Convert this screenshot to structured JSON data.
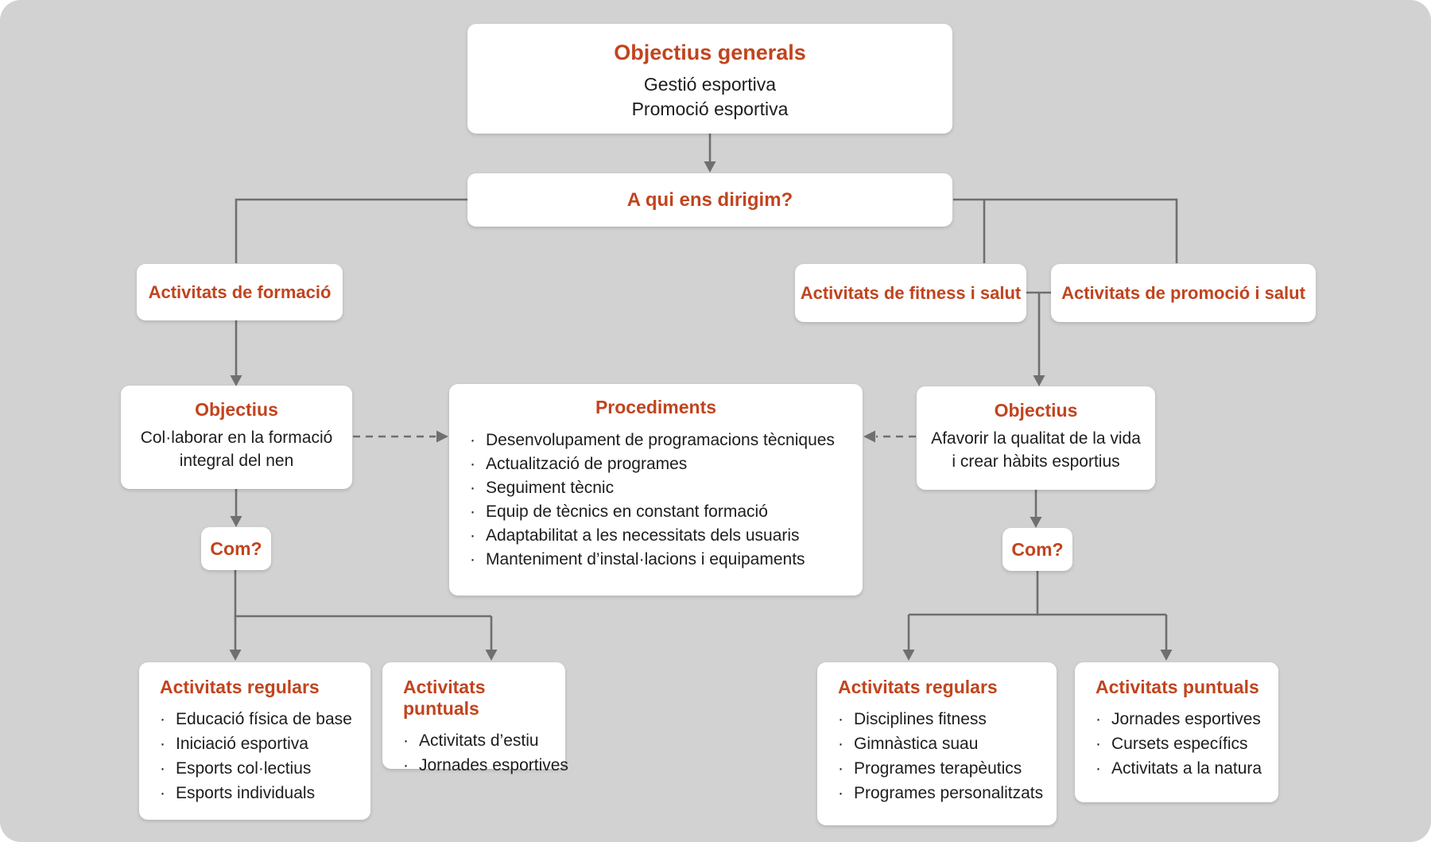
{
  "palette": {
    "background": "#d2d2d2",
    "box": "#ffffff",
    "accent": "#c1441e",
    "text": "#1d1d1b",
    "line": "#6f6f6f"
  },
  "bullet_char": "·",
  "nodes": {
    "objectius_generals": {
      "title": "Objectius generals",
      "lines": [
        "Gestió esportiva",
        "Promoció esportiva"
      ]
    },
    "a_qui": {
      "title": "A qui ens dirigim?"
    },
    "formacio": {
      "title": "Activitats de formació"
    },
    "fitness": {
      "title": "Activitats de fitness i salut"
    },
    "promocio": {
      "title": "Activitats de promoció i salut"
    },
    "objectius_left": {
      "title": "Objectius",
      "lines": [
        "Col·laborar en la formació",
        "integral del nen"
      ]
    },
    "procediments": {
      "title": "Procediments",
      "items": [
        "Desenvolupament de programacions tècniques",
        "Actualització de programes",
        "Seguiment tècnic",
        "Equip de tècnics en constant formació",
        "Adaptabilitat a les necessitats dels usuaris",
        "Manteniment d’instal·lacions i equipaments"
      ]
    },
    "objectius_right": {
      "title": "Objectius",
      "lines": [
        "Afavorir la qualitat de la vida",
        "i crear hàbits esportius"
      ]
    },
    "com_left": {
      "title": "Com?"
    },
    "com_right": {
      "title": "Com?"
    },
    "regulars_left": {
      "title": "Activitats regulars",
      "items": [
        "Educació física de base",
        "Iniciació esportiva",
        "Esports col·lectius",
        "Esports individuals"
      ]
    },
    "puntuals_left": {
      "title": "Activitats puntuals",
      "items": [
        "Activitats d’estiu",
        "Jornades esportives"
      ]
    },
    "regulars_right": {
      "title": "Activitats regulars",
      "items": [
        "Disciplines fitness",
        "Gimnàstica suau",
        "Programes terapèutics",
        "Programes personalitzats"
      ]
    },
    "puntuals_right": {
      "title": "Activitats puntuals",
      "items": [
        "Jornades esportives",
        "Cursets específics",
        "Activitats a la natura"
      ]
    }
  }
}
